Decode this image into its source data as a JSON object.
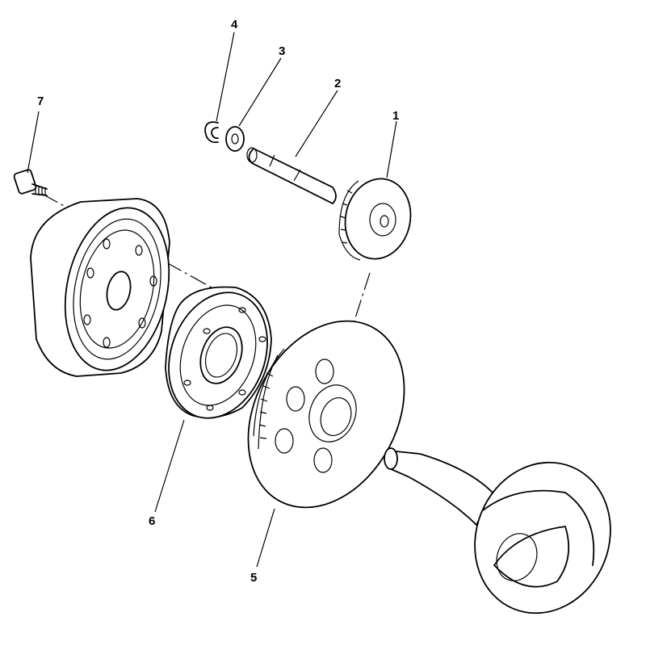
{
  "colors": {
    "line": "#000000",
    "background": "#ffffff"
  },
  "callouts": [
    {
      "id": "1",
      "text": "1",
      "part": "starter-idle-gear"
    },
    {
      "id": "2",
      "text": "2",
      "part": "idle-gear-shaft"
    },
    {
      "id": "3",
      "text": "3",
      "part": "washer"
    },
    {
      "id": "4",
      "text": "4",
      "part": "circlip"
    },
    {
      "id": "5",
      "text": "5",
      "part": "starter-wheel-gear"
    },
    {
      "id": "6",
      "text": "6",
      "part": "starter-clutch"
    },
    {
      "id": "7",
      "text": "7",
      "part": "bolt"
    }
  ]
}
